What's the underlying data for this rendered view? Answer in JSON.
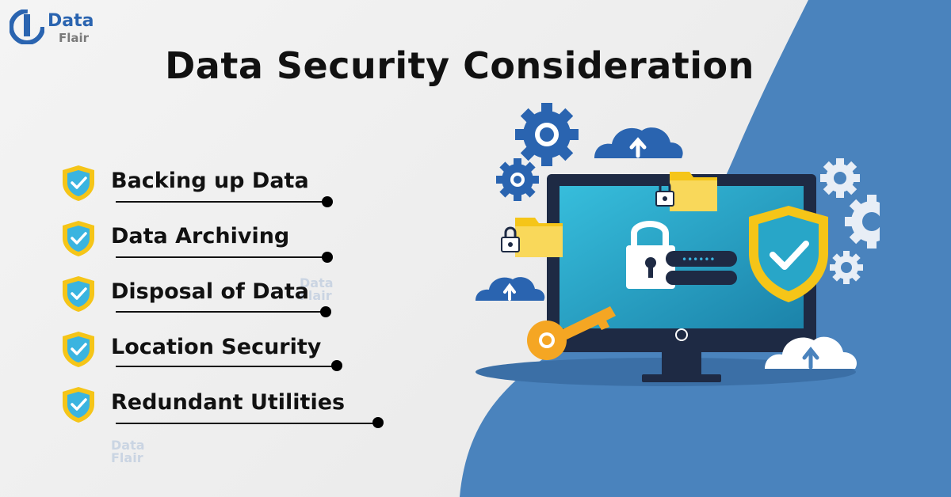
{
  "brand": {
    "logo_line1": "Data",
    "logo_line2": "Flair",
    "watermark": "Data Flair",
    "color_primary": "#2a64b0",
    "color_background_blob": "#4a83bd"
  },
  "title": "Data Security Consideration",
  "items": [
    {
      "label": "Backing up Data"
    },
    {
      "label": "Data Archiving"
    },
    {
      "label": "Disposal of Data"
    },
    {
      "label": "Location Security"
    },
    {
      "label": "Redundant Utilities"
    }
  ],
  "illustration": {
    "password_mask": "••••••",
    "icons": [
      "gear-icon",
      "cloud-upload-icon",
      "folder-lock-icon",
      "monitor-icon",
      "padlock-icon",
      "shield-check-icon",
      "key-icon"
    ]
  }
}
